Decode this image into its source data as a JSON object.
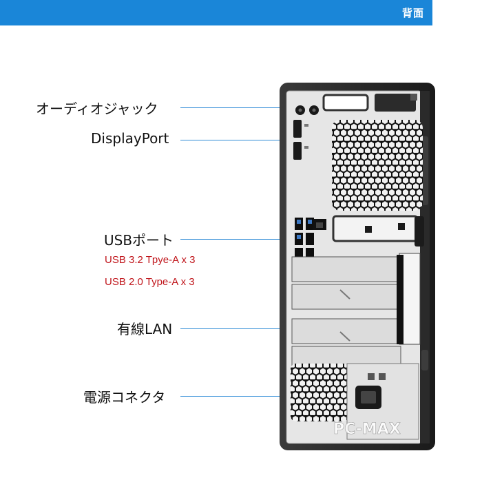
{
  "header": {
    "label": "背面"
  },
  "callouts": {
    "audio": "オーディオジャック",
    "displayport": "DisplayPort",
    "usb": "USBポート",
    "usb32": "USB 3.2 Tpye-A  x 3",
    "usb20": "USB 2.0 Type-A  x 3",
    "lan": "有線LAN",
    "power": "電源コネクタ"
  },
  "watermark": "PC-MAX",
  "colors": {
    "banner": "#1a86d8",
    "callout_line": "#2d8ad6",
    "usb_spec_text": "#c0151b"
  }
}
